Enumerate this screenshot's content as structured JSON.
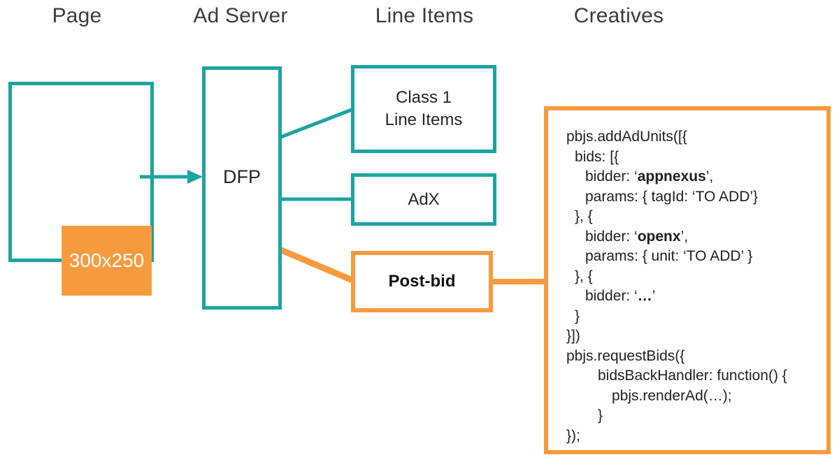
{
  "colors": {
    "teal": "#1CA4A2",
    "orange": "#F89A3E",
    "header_text": "#3C3C3C",
    "box_text": "#262626",
    "code_text": "#1F1F1F",
    "ad_slot_text": "#FFFFFF",
    "background": "#FFFFFF"
  },
  "headers": {
    "page": "Page",
    "ad_server": "Ad Server",
    "line_items": "Line Items",
    "creatives": "Creatives"
  },
  "nodes": {
    "ad_slot": "300x250",
    "dfp": "DFP",
    "class1_line1": "Class 1",
    "class1_line2": "Line Items",
    "adx": "AdX",
    "postbid": "Post-bid"
  },
  "code": {
    "lines": [
      {
        "indent": 0,
        "segments": [
          {
            "text": "pbjs.addAdUnits([{"
          }
        ]
      },
      {
        "indent": 12,
        "segments": [
          {
            "text": "bids: [{"
          }
        ]
      },
      {
        "indent": 27,
        "segments": [
          {
            "text": "bidder: ‘"
          },
          {
            "text": "appnexus",
            "bold": true
          },
          {
            "text": "’,"
          }
        ]
      },
      {
        "indent": 27,
        "segments": [
          {
            "text": "params: { tagId: ‘TO ADD’}"
          }
        ]
      },
      {
        "indent": 12,
        "segments": [
          {
            "text": "}, {"
          }
        ]
      },
      {
        "indent": 27,
        "segments": [
          {
            "text": "bidder: ‘"
          },
          {
            "text": "openx",
            "bold": true
          },
          {
            "text": "’,"
          }
        ]
      },
      {
        "indent": 27,
        "segments": [
          {
            "text": "params: { unit: ‘TO ADD’ }"
          }
        ]
      },
      {
        "indent": 12,
        "segments": [
          {
            "text": "}, {"
          }
        ]
      },
      {
        "indent": 27,
        "segments": [
          {
            "text": "bidder: ‘"
          },
          {
            "text": "…",
            "bold": true
          },
          {
            "text": "’"
          }
        ]
      },
      {
        "indent": 12,
        "segments": [
          {
            "text": "}"
          }
        ]
      },
      {
        "indent": 0,
        "segments": [
          {
            "text": "}])"
          }
        ]
      },
      {
        "indent": 0,
        "segments": [
          {
            "text": "pbjs.requestBids({"
          }
        ]
      },
      {
        "indent": 45,
        "segments": [
          {
            "text": "bidsBackHandler: function() {"
          }
        ]
      },
      {
        "indent": 65,
        "segments": [
          {
            "text": "pbjs.renderAd(…);"
          }
        ]
      },
      {
        "indent": 45,
        "segments": [
          {
            "text": "}"
          }
        ]
      },
      {
        "indent": 0,
        "segments": [
          {
            "text": "});"
          }
        ]
      }
    ]
  }
}
